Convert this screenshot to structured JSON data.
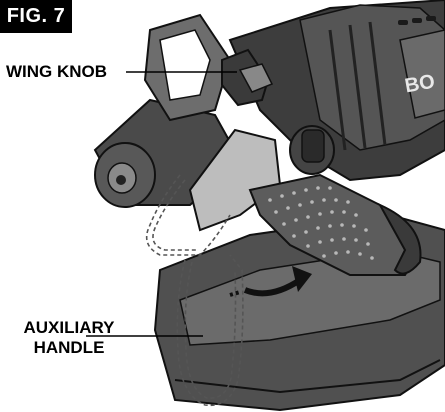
{
  "figure": {
    "tag": "FIG. 7",
    "brand_fragment": "BO"
  },
  "callouts": {
    "wing_knob": "WING KNOB",
    "aux_line1": "AUXILIARY",
    "aux_line2": "HANDLE"
  }
}
